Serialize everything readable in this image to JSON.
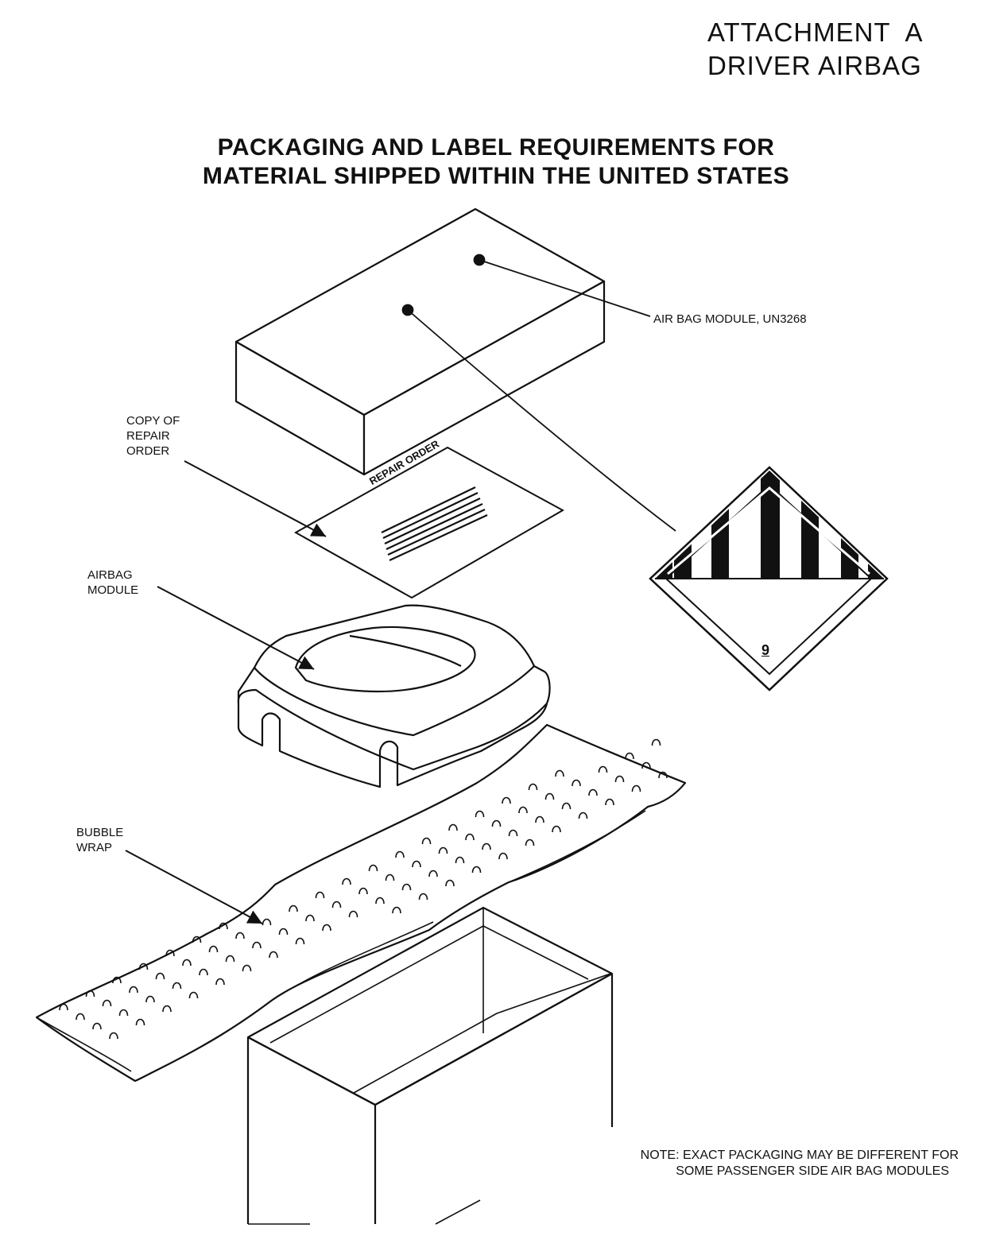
{
  "header": {
    "attachment": "ATTACHMENT  A",
    "subject": "DRIVER AIRBAG"
  },
  "title": {
    "line1": "PACKAGING AND LABEL REQUIREMENTS FOR",
    "line2": "MATERIAL SHIPPED WITHIN THE UNITED STATES"
  },
  "callouts": {
    "box_label": "AIR BAG MODULE, UN3268",
    "repair_order_copy": [
      "COPY OF",
      "REPAIR",
      "ORDER"
    ],
    "repair_order_sheet": "REPAIR ORDER",
    "airbag_module": [
      "AIRBAG",
      "MODULE"
    ],
    "bubble_wrap": [
      "BUBBLE",
      "WRAP"
    ]
  },
  "hazard_label": {
    "class_number": "9"
  },
  "note": {
    "line1": "NOTE: EXACT PACKAGING MAY BE DIFFERENT FOR",
    "line2": "SOME PASSENGER SIDE AIR BAG MODULES"
  }
}
